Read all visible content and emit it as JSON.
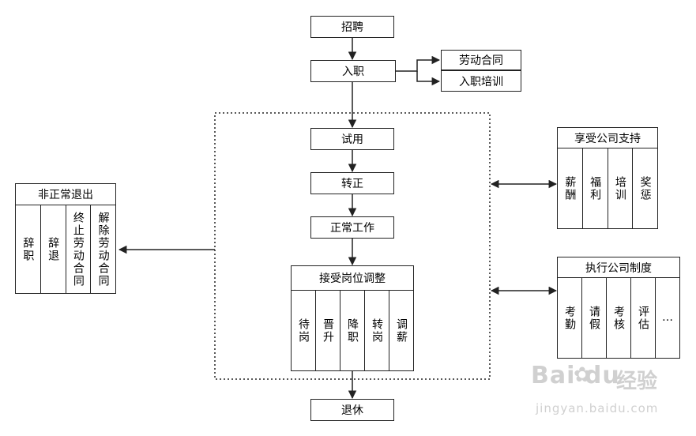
{
  "nodes": {
    "recruit": "招聘",
    "onboard": "入职",
    "contract": "劳动合同",
    "training": "入职培训",
    "probation": "试用",
    "regularize": "转正",
    "normal_work": "正常工作",
    "retire": "退休"
  },
  "adjust": {
    "title": "接受岗位调整",
    "columns": [
      "待岗",
      "晋升",
      "降职",
      "转岗",
      "调薪"
    ]
  },
  "abnormal_exit": {
    "title": "非正常退出",
    "columns": [
      "辞职",
      "辞退",
      "终止劳动合同",
      "解除劳动合同"
    ]
  },
  "company_support": {
    "title": "享受公司支持",
    "columns": [
      "薪酬",
      "福利",
      "培训",
      "奖惩"
    ]
  },
  "company_rules": {
    "title": "执行公司制度",
    "columns": [
      "考勤",
      "请假",
      "考核",
      "评估",
      "…"
    ]
  },
  "watermark": {
    "logo": "Bai du",
    "brand": "经验",
    "url": "jingyan.baidu.com"
  },
  "colors": {
    "stroke": "#222222",
    "background": "#ffffff",
    "watermark": "#d0d0d0"
  }
}
